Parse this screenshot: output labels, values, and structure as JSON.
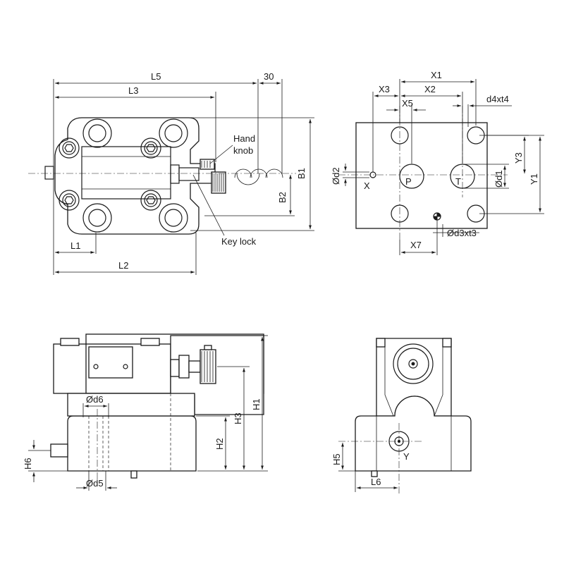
{
  "labels": {
    "L5": "L5",
    "thirty": "30",
    "L3": "L3",
    "L1": "L1",
    "L2": "L2",
    "B1": "B1",
    "B2": "B2",
    "hand_knob_line1": "Hand",
    "hand_knob_line2": "knob",
    "key_lock": "Key lock",
    "X1": "X1",
    "X2": "X2",
    "X3": "X3",
    "X5": "X5",
    "X7": "X7",
    "d4xt4": "d4xt4",
    "d3xt3": "Ød3xt3",
    "d2": "Ød2",
    "d1": "Ød1",
    "Y1": "Y1",
    "Y3": "Y3",
    "port_X": "X",
    "port_P": "P",
    "port_T": "T",
    "port_Y": "Y",
    "H1": "H1",
    "H2": "H2",
    "H3": "H3",
    "H5": "H5",
    "H6": "H6",
    "d5": "Ød5",
    "d6": "Ød6",
    "L6": "L6"
  }
}
